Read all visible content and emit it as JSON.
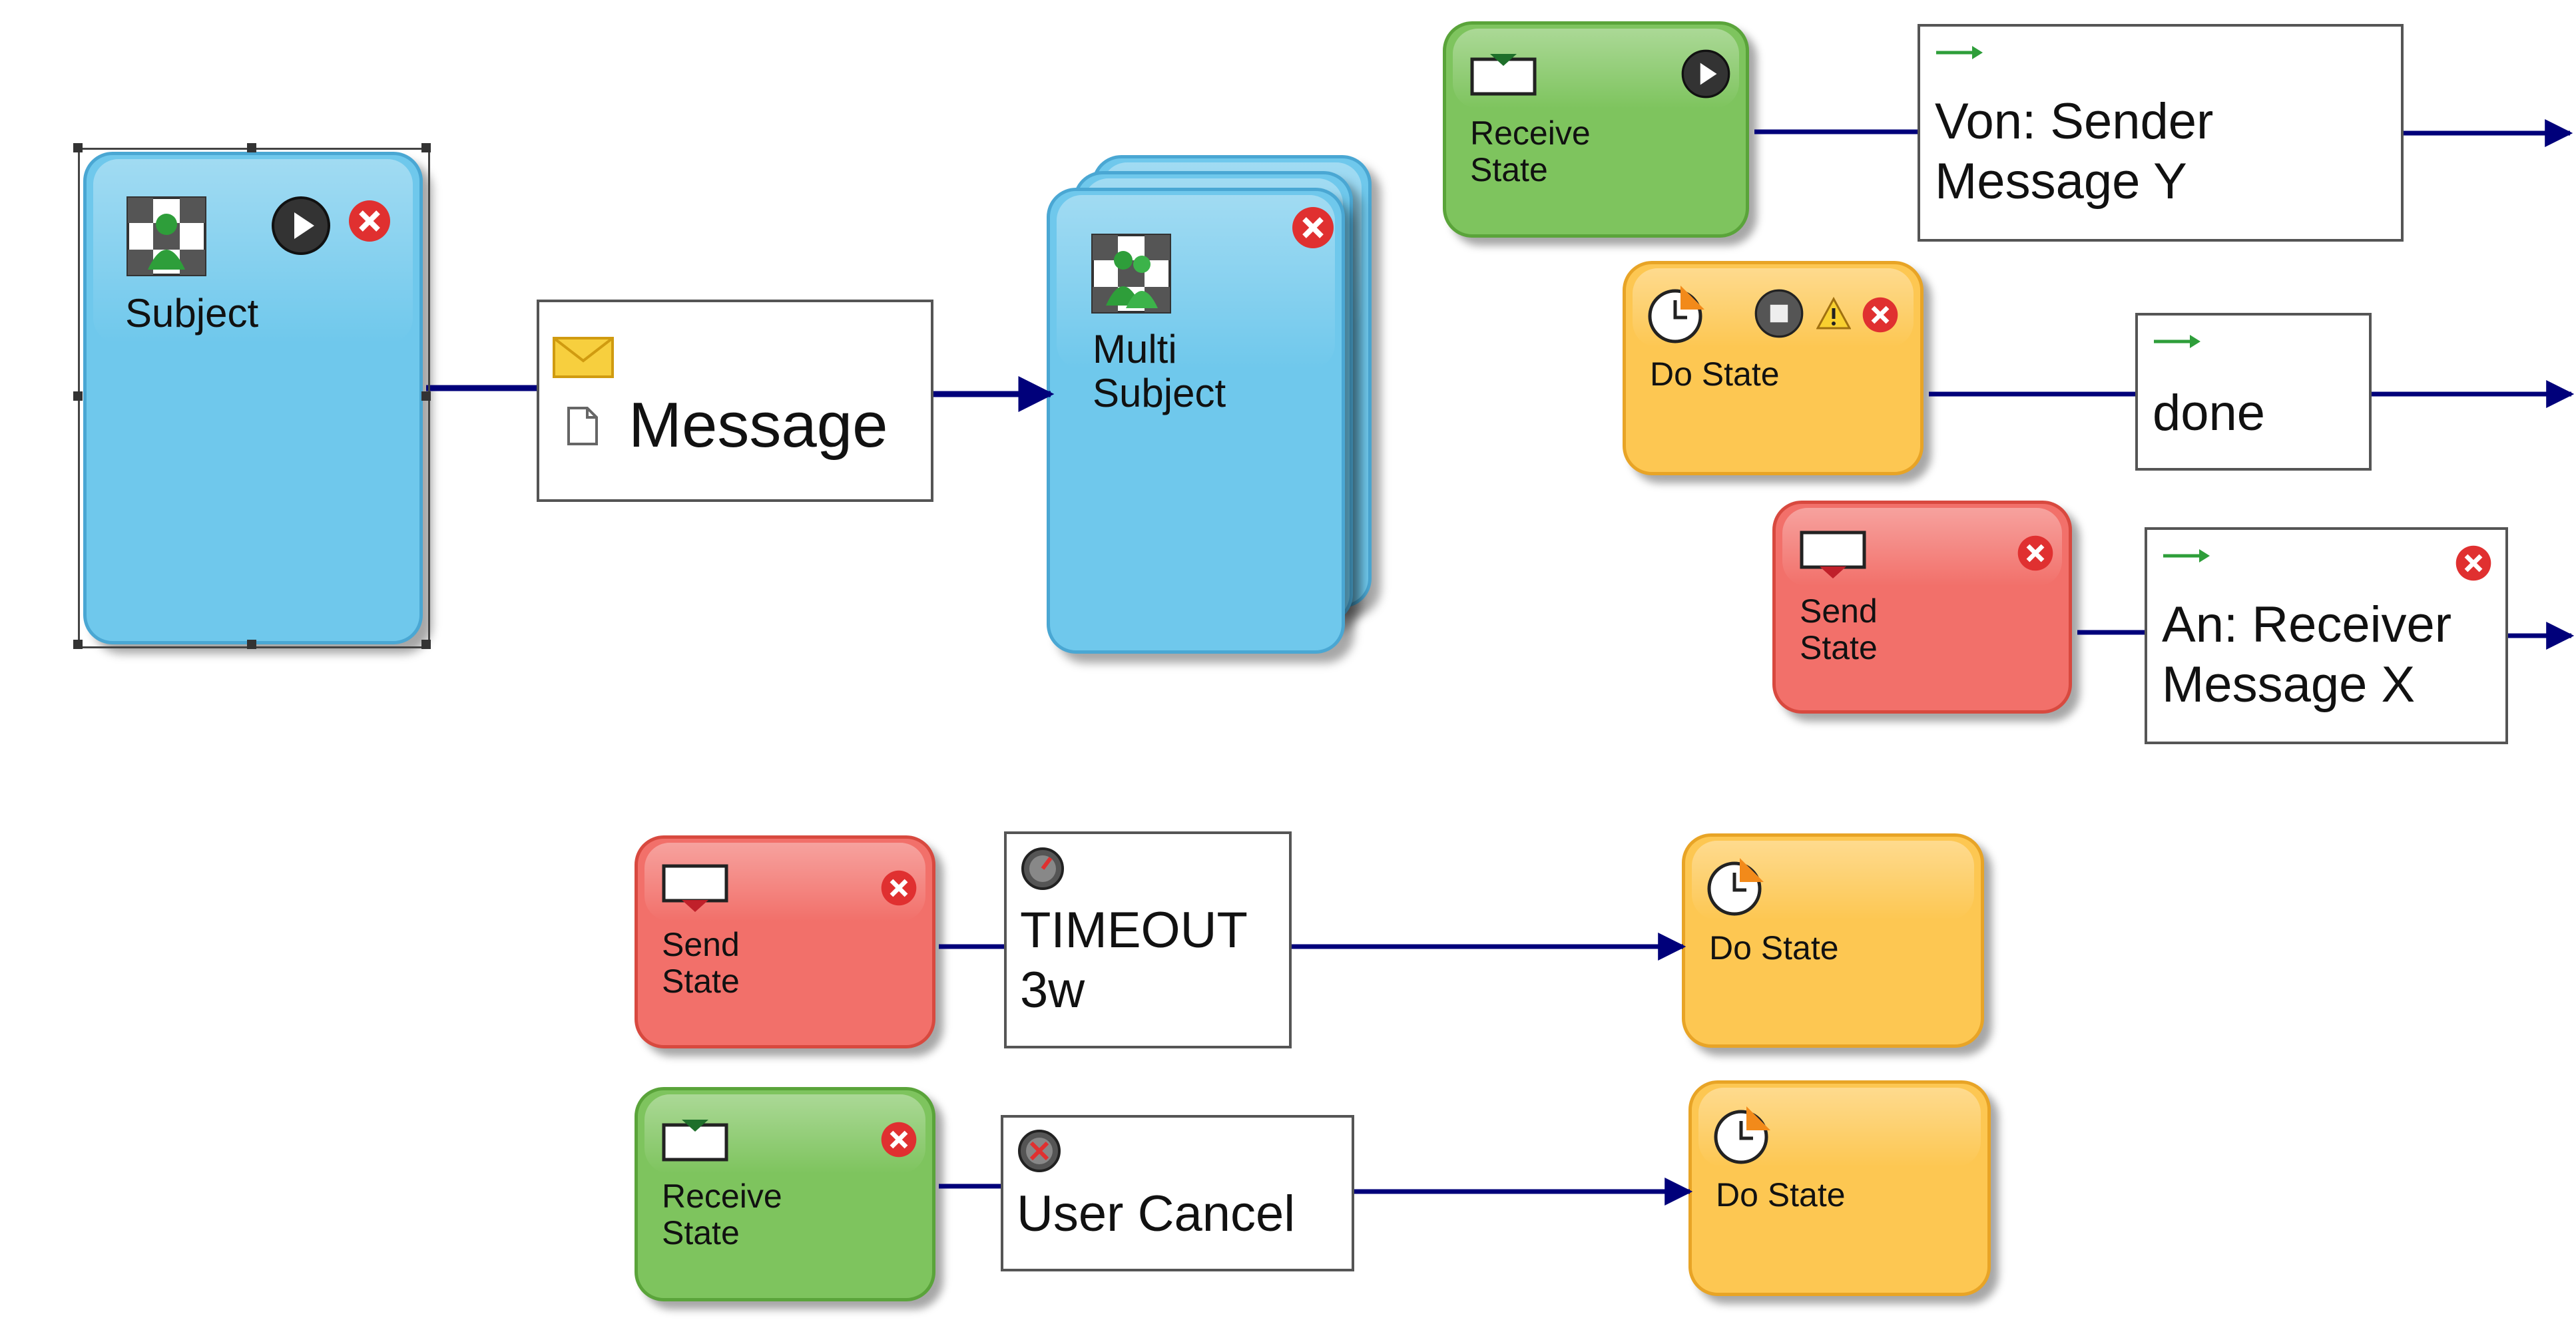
{
  "nodes": {
    "subject": "Subject",
    "multi_subject": "Multi\nSubject",
    "receive_state_top": "Receive\nState",
    "do_state_top": "Do State",
    "send_state_top": "Send\nState",
    "send_state_bottom": "Send\nState",
    "receive_state_bottom": "Receive\nState",
    "do_state_timeout_target": "Do State",
    "do_state_cancel_target": "Do State"
  },
  "messages": {
    "message": "Message",
    "von_sender": "Von: Sender\nMessage Y",
    "done": "done",
    "an_receiver": "An: Receiver\nMessage X",
    "timeout": "TIMEOUT\n3w",
    "user_cancel": "User Cancel"
  },
  "colors": {
    "subject_blue": "#6fc8ec",
    "receive_green": "#7ec45e",
    "do_orange": "#fdc752",
    "send_red": "#f2706a",
    "edge_navy": "#00007a",
    "close_red": "#e03030",
    "arrow_green": "#2e9e3a"
  },
  "icons": {
    "subject": "subject-person-icon",
    "multi_subject": "multi-subject-people-icon",
    "start": "start-play-icon",
    "end": "end-stop-icon",
    "close": "close-icon",
    "receive": "receive-inbox-icon",
    "send": "send-outbox-icon",
    "do": "clock-icon",
    "warning": "warning-icon",
    "envelope": "envelope-icon",
    "document": "document-icon",
    "timer": "timer-icon",
    "cancel": "user-cancel-icon",
    "transition": "green-arrow-icon"
  }
}
